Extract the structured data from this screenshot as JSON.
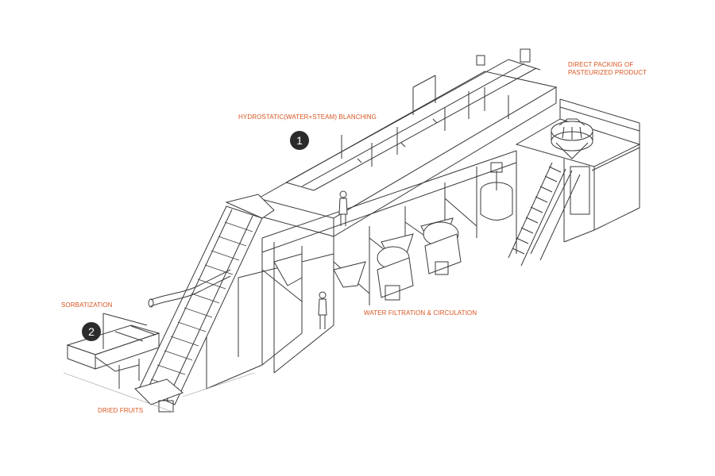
{
  "colors": {
    "label": "#d9541e",
    "line": "#3a3a3a",
    "marker": "#2b2b2b",
    "background": "#ffffff"
  },
  "labels": {
    "direct_packing_line1": "DIRECT PACKING OF",
    "direct_packing_line2": "PASTEURIZED PRODUCT",
    "blanching": "HYDROSTATIC(WATER+STEAM) BLANCHING",
    "water_filtration": "WATER FILTRATION & CIRCULATION",
    "sorbatization": "SORBATIZATION",
    "dried_fruits": "DRIED FRUITS"
  },
  "markers": {
    "blanching_step": "1",
    "sorbatization_step": "2"
  },
  "icons": {
    "equipment": "process-line-icon",
    "operator": "operator-figure-icon"
  }
}
